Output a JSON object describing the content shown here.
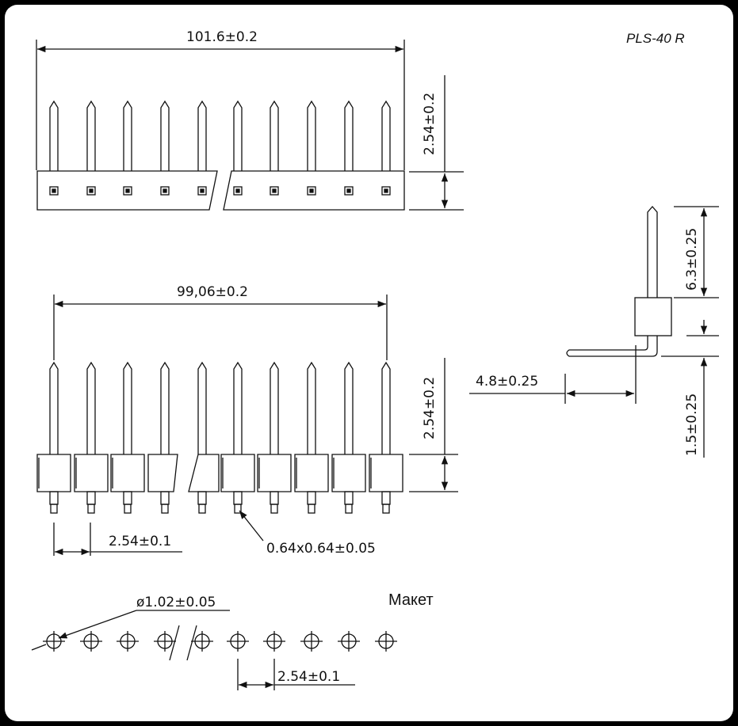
{
  "title": "PLS-40 R",
  "dimensions": {
    "top_length": "101.6±0.2",
    "top_height": "2.54±0.2",
    "front_length": "99,06±0.2",
    "front_height": "2.54±0.2",
    "pitch_front": "2.54±0.1",
    "pin_section": "0.64x0.64±0.05",
    "side_pin_length": "6.3±0.25",
    "side_offset": "4.8±0.25",
    "side_bottom": "1.5±0.25",
    "hole_diameter": "ø1.02±0.05",
    "pitch_layout": "2.54±0.1"
  },
  "layout_label": "Макет"
}
